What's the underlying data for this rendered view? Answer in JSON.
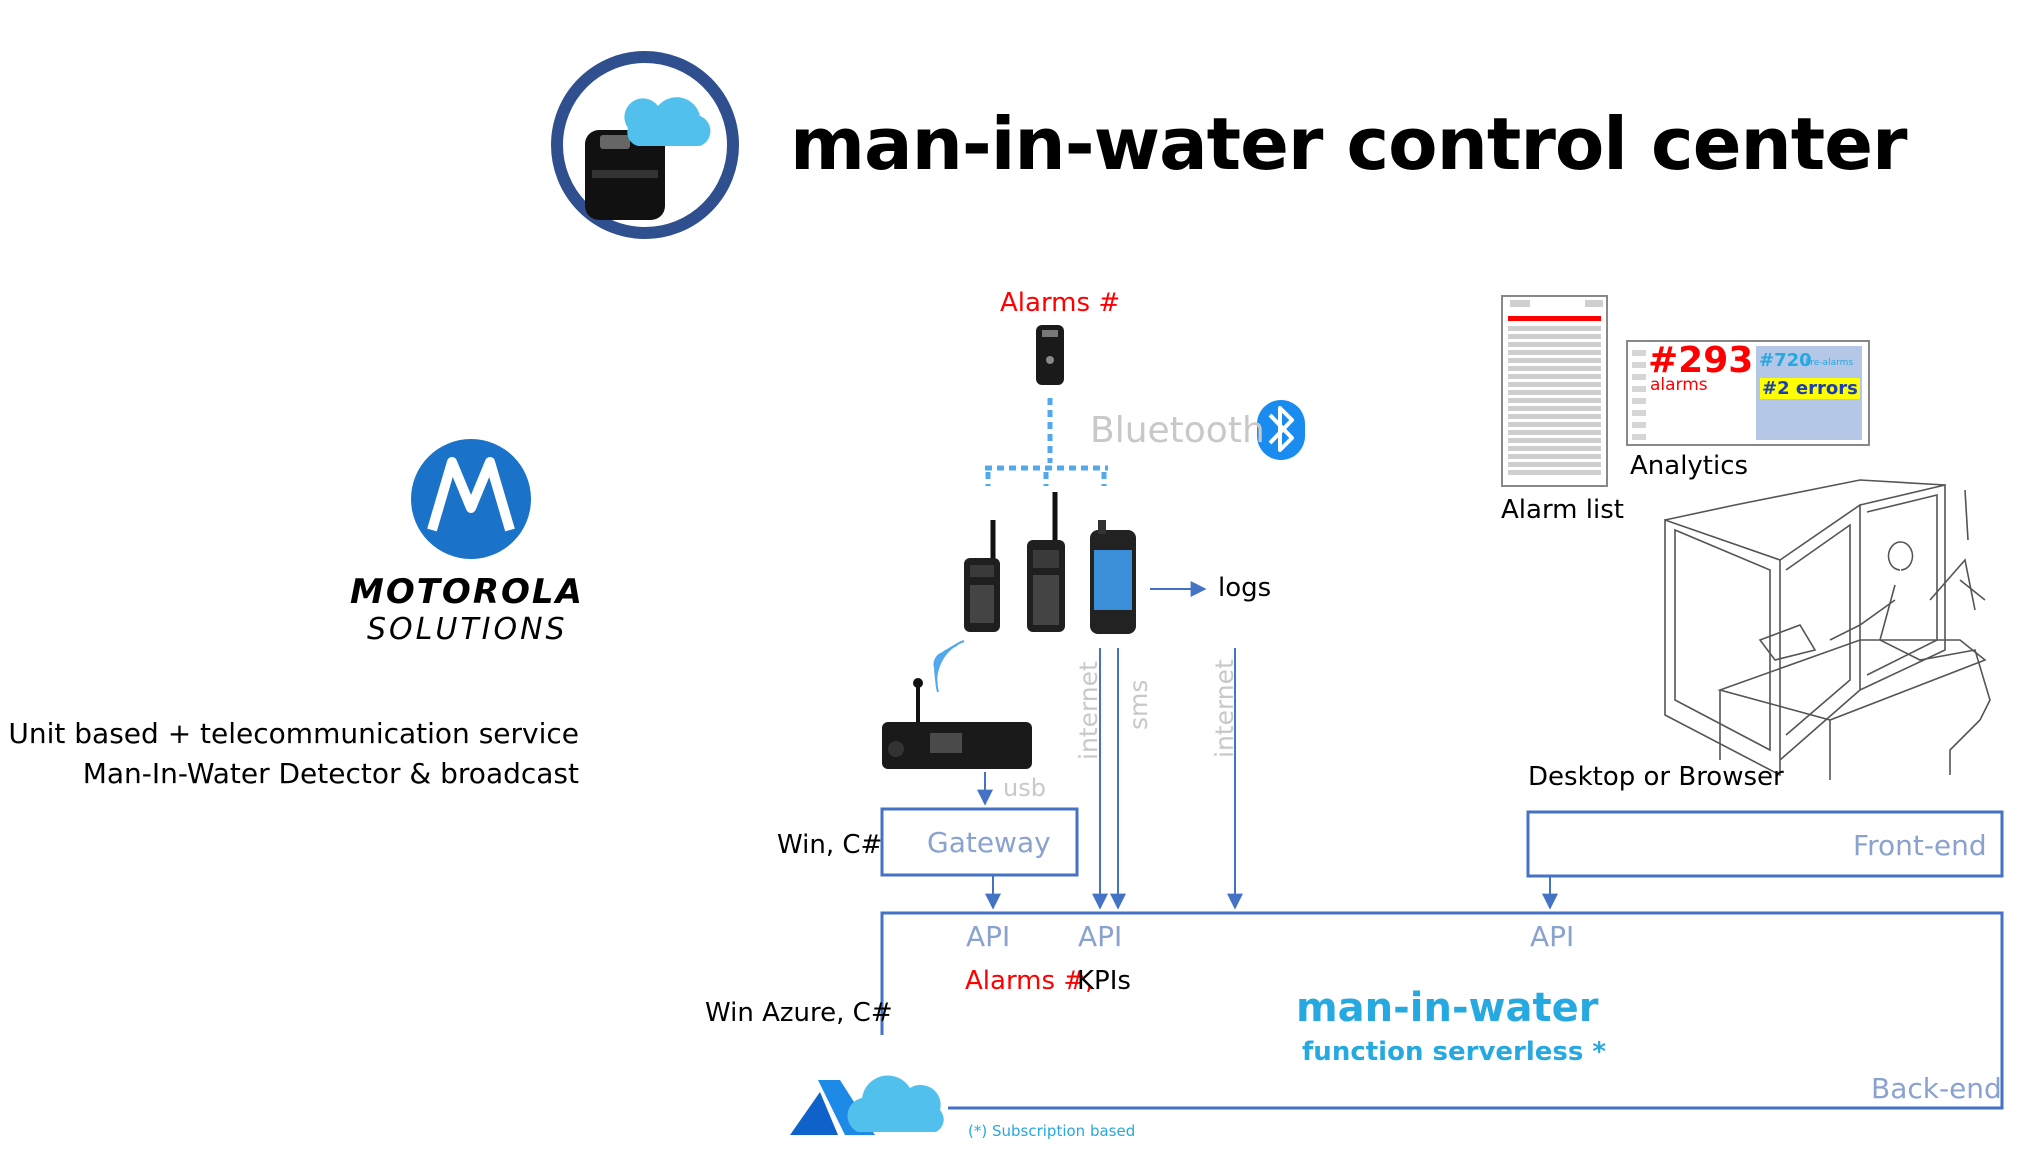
{
  "title": "man-in-water control center",
  "brand": {
    "name": "MOTOROLA",
    "sub": "SOLUTIONS"
  },
  "service_lines": [
    "Unit based + telecommunication service",
    "Man-In-Water Detector & broadcast"
  ],
  "labels": {
    "alarms_top": "Alarms #",
    "bluetooth": "Bluetooth",
    "logs": "logs",
    "usb": "usb",
    "internet": "internet",
    "sms": "sms",
    "win_csharp": "Win, C#",
    "win_azure": "Win Azure, C#",
    "gateway": "Gateway",
    "front_end": "Front-end",
    "back_end": "Back-end",
    "api": "API",
    "alarms_kpi_red": "Alarms #,",
    "kpis": "KPIs",
    "desktop_browser": "Desktop or Browser",
    "alarm_list": "Alarm list",
    "analytics": "Analytics",
    "mw_title": "man-in-water",
    "mw_sub": "function serverless *",
    "footnote": "(*) Subscription based"
  },
  "analytics_panel": {
    "alarms_count": "#293",
    "alarms_label": "alarms",
    "prealarms_count": "#720",
    "prealarms_label": "Pre-alarms",
    "errors": "#2 errors"
  },
  "icons": [
    "cloud-logo-icon",
    "motorola-logo-icon",
    "bluetooth-icon",
    "detector-icon",
    "radio-icon",
    "smartphone-icon",
    "mobile-radio-icon",
    "azure-icon",
    "cloud-icon",
    "control-room-sketch-icon"
  ],
  "colors": {
    "box": "#4472c4",
    "label": "#8aa2cf",
    "accent": "#26a8e0",
    "alarm": "#ff0000",
    "ring": "#2f4f8f"
  }
}
